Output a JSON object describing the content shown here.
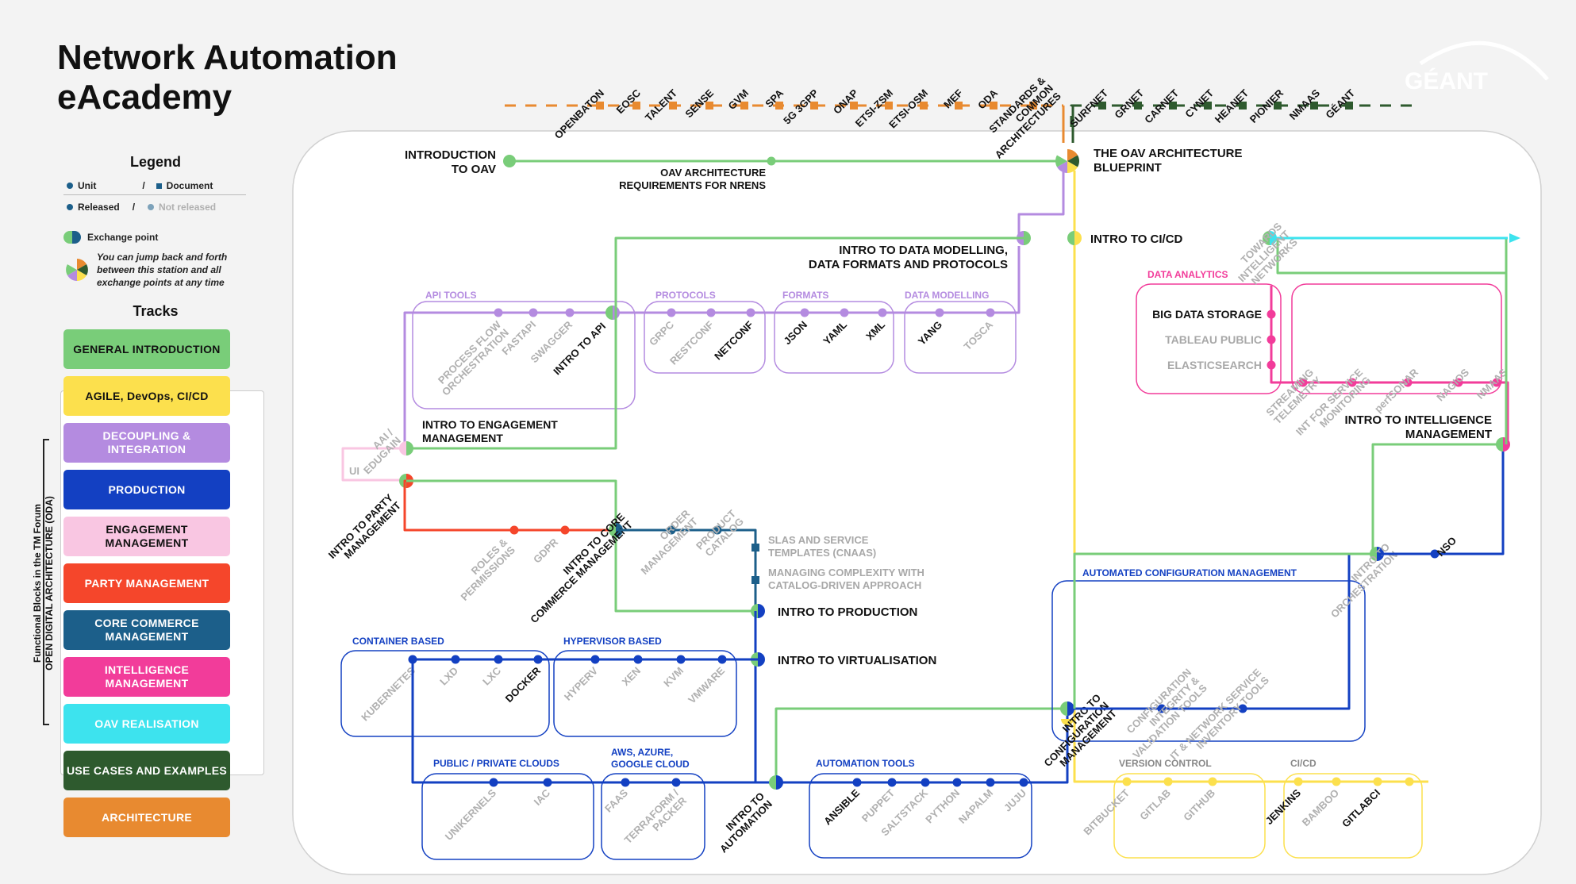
{
  "title": {
    "line1": "Network Automation",
    "line2": "eAcademy"
  },
  "legend": {
    "heading": "Legend",
    "unit": "Unit",
    "slash": "/",
    "document": "Document",
    "released": "Released",
    "not_released": "Not released",
    "exchange_point": "Exchange point",
    "jump_text": [
      "You can jump back and forth",
      "between this station and all",
      "exchange points at any time"
    ],
    "tracks_heading": "Tracks"
  },
  "oda_label": [
    "Functional Blocks in the TM Forum",
    "OPEN DIGITAL ARCHITECTURE (ODA)"
  ],
  "tracks": [
    {
      "label": "GENERAL INTRODUCTION",
      "color": "#79cd79",
      "text": "dark"
    },
    {
      "label": "AGILE, DevOps, CI/CD",
      "color": "#fce04d",
      "text": "dark"
    },
    {
      "label": "DECOUPLING & INTEGRATION",
      "color": "#b48be0",
      "text": "light"
    },
    {
      "label": "PRODUCTION",
      "color": "#1340c2",
      "text": "light"
    },
    {
      "label": "ENGAGEMENT MANAGEMENT",
      "color": "#f9c6e2",
      "text": "dark"
    },
    {
      "label": "PARTY MANAGEMENT",
      "color": "#f5462b",
      "text": "light"
    },
    {
      "label": "CORE COMMERCE MANAGEMENT",
      "color": "#1c5f8a",
      "text": "light"
    },
    {
      "label": "INTELLIGENCE MANAGEMENT",
      "color": "#f23c9a",
      "text": "light"
    },
    {
      "label": "OAV REALISATION",
      "color": "#3de3ee",
      "text": "light"
    },
    {
      "label": "USE CASES AND EXAMPLES",
      "color": "#2e5a2e",
      "text": "light"
    },
    {
      "label": "ARCHITECTURE",
      "color": "#e88a30",
      "text": "light"
    }
  ],
  "colors": {
    "general": "#79cd79",
    "agile": "#fce04d",
    "decoupling": "#b48be0",
    "production": "#1340c2",
    "engagement": "#f9c6e2",
    "party": "#f5462b",
    "core": "#1c5f8a",
    "intelligence": "#f23c9a",
    "oav": "#3de3ee",
    "usecases": "#2e5a2e",
    "architecture": "#e88a30",
    "grey": "#a8a8a8"
  },
  "top_orange": [
    "OPENBATON",
    "EOSC",
    "TALENT",
    "SENSE",
    "GVM",
    "SPA",
    "5G 3GPP",
    "ONAP",
    "ETSI-ZSM",
    "ETSI-OSM",
    "MEF",
    "ODA"
  ],
  "standards": [
    "STANDARDS &",
    "COMMON",
    "ARCHITECTURES"
  ],
  "top_green": [
    "SURFNET",
    "GRNET",
    "CARNET",
    "CYNET",
    "HEANET",
    "PIONIER",
    "NMAAS",
    "GÉANT"
  ],
  "stations": {
    "intro_oav": [
      "INTRODUCTION",
      "TO OAV"
    ],
    "oav_req": [
      "OAV ARCHITECTURE",
      "REQUIREMENTS FOR NRENS"
    ],
    "blueprint": [
      "THE OAV ARCHITECTURE",
      "BLUEPRINT"
    ],
    "data_modelling": [
      "INTRO TO DATA MODELLING,",
      "DATA FORMATS AND PROTOCOLS"
    ],
    "cicd": "INTRO TO CI/CD",
    "towards": [
      "TOWARDS",
      "INTELLIGENT",
      "NETWORKS"
    ],
    "engagement": [
      "INTRO TO ENGAGEMENT",
      "MANAGEMENT"
    ],
    "aai": [
      "AAI /",
      "EDUGAIN"
    ],
    "ui": "UI",
    "party": [
      "INTRO TO PARTY",
      "MANAGEMENT"
    ],
    "roles": [
      "ROLES &",
      "PERMISSIONS"
    ],
    "gdpr": "GDPR",
    "core": [
      "INTRO TO CORE",
      "COMMERCE MANAGEMENT"
    ],
    "order": [
      "ORDER",
      "MANAGEMENT"
    ],
    "catalog": [
      "PRODUCT",
      "CATALOG"
    ],
    "slas": [
      "SLAS AND SERVICE",
      "TEMPLATES (CNAAS)"
    ],
    "managing": [
      "MANAGING COMPLEXITY WITH",
      "CATALOG-DRIVEN APPROACH"
    ],
    "production": "INTRO TO PRODUCTION",
    "virtualisation": "INTRO TO VIRTUALISATION",
    "automation": [
      "INTRO TO",
      "AUTOMATION"
    ],
    "intelligence": [
      "INTRO TO INTELLIGENCE",
      "MANAGEMENT"
    ],
    "orchestration": [
      "INTRO TO",
      "ORCHESTRATION"
    ],
    "nso": "NSO",
    "config": [
      "INTRO TO",
      "CONFIGURATION",
      "MANAGEMENT"
    ],
    "integrity": [
      "CONFIGURATION",
      "INTEGRITY &",
      "VALIDATION TOOLS"
    ],
    "inventory": [
      "IT & NETWORK SERVICE",
      "INVENTORY TOOLS"
    ]
  },
  "groups": {
    "api_tools": {
      "label": "API TOOLS",
      "items": [
        [
          "PROCESS FLOW",
          "ORCHESTRATION"
        ],
        [
          "FASTAPI"
        ],
        [
          "SWAGGER"
        ],
        [
          "INTRO TO API"
        ]
      ]
    },
    "protocols": {
      "label": "PROTOCOLS",
      "items": [
        "GRPC",
        "RESTCONF",
        "NETCONF"
      ]
    },
    "formats": {
      "label": "FORMATS",
      "items": [
        "JSON",
        "YAML",
        "XML"
      ]
    },
    "data_modelling": {
      "label": "DATA MODELLING",
      "items": [
        "YANG",
        "TOSCA"
      ]
    },
    "data_analytics": {
      "label": "DATA ANALYTICS",
      "items": [
        "BIG DATA STORAGE",
        "TABLEAU PUBLIC",
        "ELASTICSEARCH"
      ]
    },
    "telemetry": {
      "items": [
        [
          "STREAMING",
          "TELEMETRY"
        ],
        [
          "INT FOR SERVICE",
          "MONITORING"
        ],
        [
          "perfSONAR"
        ],
        [
          "NAGIOS"
        ],
        [
          "NMAAS"
        ]
      ]
    },
    "container": {
      "label": "CONTAINER BASED",
      "items": [
        "KUBERNETES",
        "LXD",
        "LXC",
        "DOCKER"
      ]
    },
    "hypervisor": {
      "label": "HYPERVISOR BASED",
      "items": [
        "HYPERV",
        "XEN",
        "KVM",
        "VMWARE"
      ]
    },
    "clouds": {
      "label": "PUBLIC / PRIVATE CLOUDS",
      "items": [
        "UNIKERNELS",
        "IAC"
      ]
    },
    "aws": {
      "label": [
        "AWS, AZURE,",
        "GOOGLE CLOUD"
      ],
      "items": [
        "FAAS",
        [
          "TERRAFORM /",
          "PACKER"
        ]
      ]
    },
    "automation_tools": {
      "label": "AUTOMATION TOOLS",
      "items": [
        "ANSIBLE",
        "PUPPET",
        "SALTSTACK",
        "PYTHON",
        "NAPALM",
        "JUJU"
      ]
    },
    "acm": {
      "label": "AUTOMATED CONFIGURATION MANAGEMENT"
    },
    "version_control": {
      "label": "VERSION CONTROL",
      "items": [
        "BITBUCKET",
        "GITLAB",
        "GITHUB"
      ]
    },
    "cicd_tools": {
      "label": "CI/CD",
      "items": [
        "JENKINS",
        "BAMBOO",
        "GITLABCI"
      ]
    }
  },
  "logo": "GÉANT"
}
